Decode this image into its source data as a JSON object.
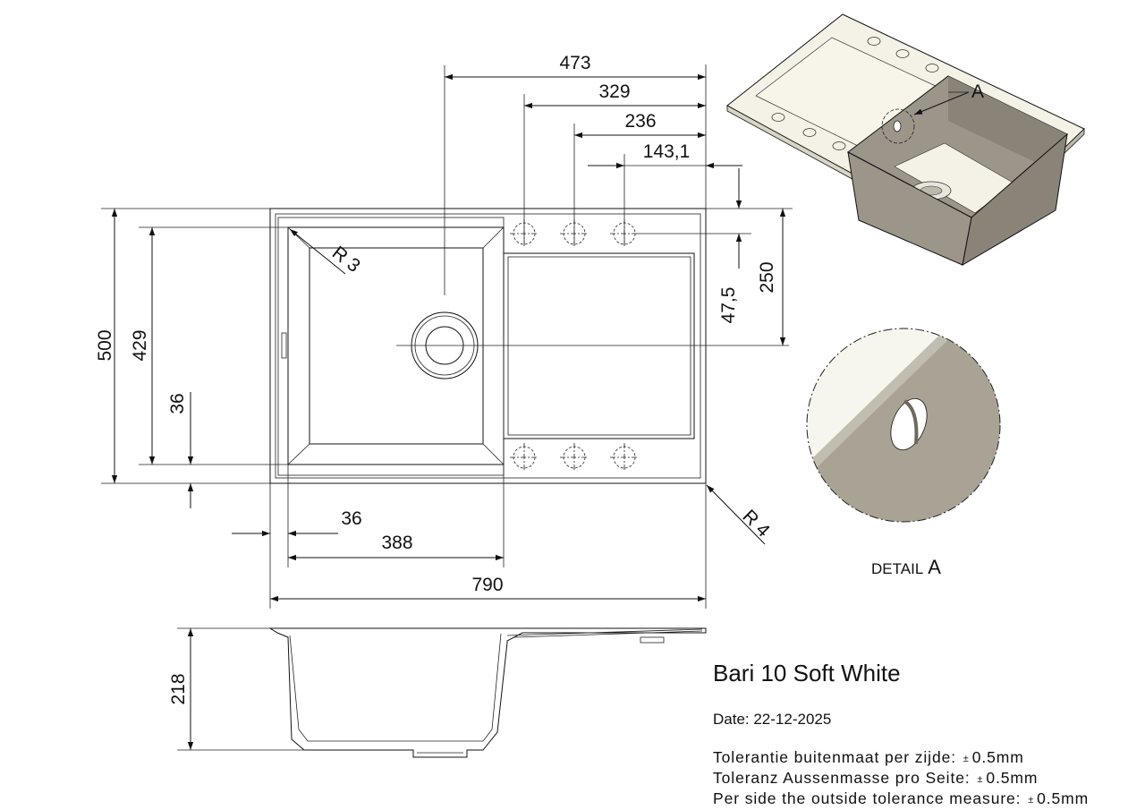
{
  "dimensions": {
    "top": [
      "473",
      "329",
      "236",
      "143,1"
    ],
    "left": [
      "500",
      "429",
      "36"
    ],
    "right": [
      "47,5",
      "250"
    ],
    "bottom": [
      "36",
      "388",
      "790"
    ],
    "radius_inner": "R 3",
    "radius_outer": "R 4",
    "height": "218"
  },
  "detail": {
    "marker": "A",
    "caption_prefix": "DETAIL",
    "caption_letter": "A"
  },
  "title_block": {
    "product": "Bari 10 Soft White",
    "date": "Date: 22-12-2025",
    "tolerances": [
      {
        "text": "Tolerantie buitenmaat per zijde:",
        "pm": "±",
        "value": "0.5mm"
      },
      {
        "text": "Toleranz Aussenmasse pro Seite:",
        "pm": "±",
        "value": "0.5mm"
      },
      {
        "text": "Per side the outside tolerance measure:",
        "pm": "±",
        "value": "0.5mm"
      }
    ]
  },
  "colors": {
    "line": "#111111",
    "sink_body": "#9c958a",
    "sink_shade": "#8a8378",
    "sink_light": "#f4f2e6",
    "detail_surface": "#a9a396"
  }
}
